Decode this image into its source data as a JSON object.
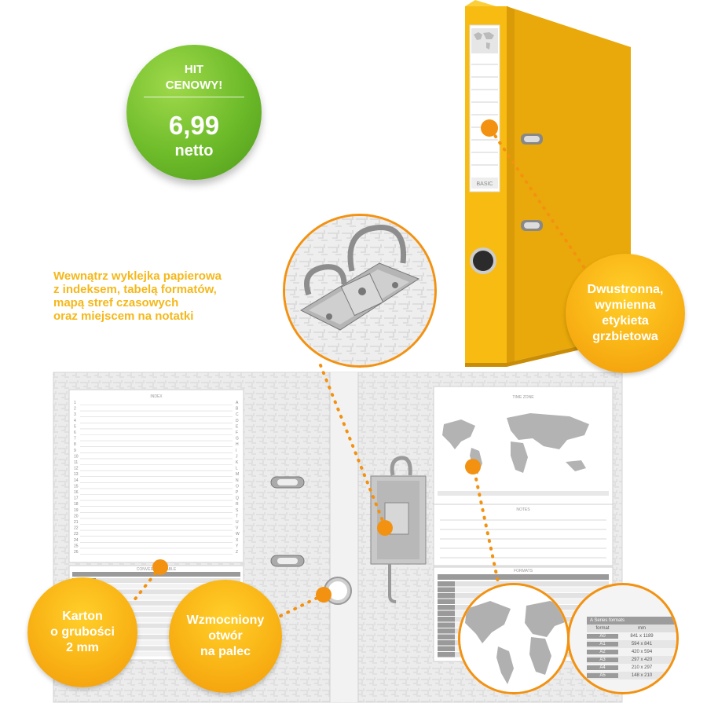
{
  "badge": {
    "line1": "HIT",
    "line2": "CENOWY!",
    "price": "6,99",
    "unit": "netto"
  },
  "callout_inside": {
    "lines": [
      "Wewnątrz wyklejka papierowa",
      "z indeksem, tabelą formatów,",
      "mapą stref czasowych",
      "oraz miejscem na notatki"
    ]
  },
  "callout_label": {
    "lines": [
      "Dwustronna,",
      "wymienna",
      "etykieta",
      "grzbietowa"
    ]
  },
  "callout_carton": {
    "lines": [
      "Karton",
      "o grubości",
      "2 mm"
    ]
  },
  "callout_hole": {
    "lines": [
      "Wzmocniony",
      "otwór",
      "na palec"
    ]
  },
  "spine": {
    "brand": "BASIC"
  },
  "left_page": {
    "title": "INDEX",
    "rows": [
      "1",
      "2",
      "3",
      "4",
      "5",
      "6",
      "7",
      "8",
      "9",
      "10",
      "11",
      "12",
      "13",
      "14",
      "15",
      "16",
      "17",
      "18",
      "19",
      "20",
      "21",
      "22",
      "23",
      "24",
      "25",
      "26"
    ],
    "letters": [
      "A",
      "B",
      "C",
      "D",
      "E",
      "F",
      "G",
      "H",
      "I",
      "J",
      "K",
      "L",
      "M",
      "N",
      "O",
      "P",
      "Q",
      "R",
      "S",
      "T",
      "U",
      "V",
      "W",
      "X",
      "Y",
      "Z"
    ],
    "table_title": "CONVERSION TABLE"
  },
  "right_page": {
    "map_title": "TIME ZONE",
    "notes_title": "NOTES",
    "formats_title": "FORMATS"
  },
  "format_zoom": {
    "title": "A Series formats",
    "col_format": "format",
    "col_mm": "mm",
    "rows": [
      {
        "format": "A0",
        "mm": "841 x 1189"
      },
      {
        "format": "A1",
        "mm": "594 x 841"
      },
      {
        "format": "A2",
        "mm": "420 x 594"
      },
      {
        "format": "A3",
        "mm": "297 x 420"
      },
      {
        "format": "A4",
        "mm": "210 x 297"
      },
      {
        "format": "A5",
        "mm": "148 x 210"
      }
    ]
  },
  "colors": {
    "binder_yellow": "#f7bb12",
    "accent_orange": "#f39211",
    "badge_green": "#6dbb2a",
    "callout_text": "#f5b81a"
  }
}
